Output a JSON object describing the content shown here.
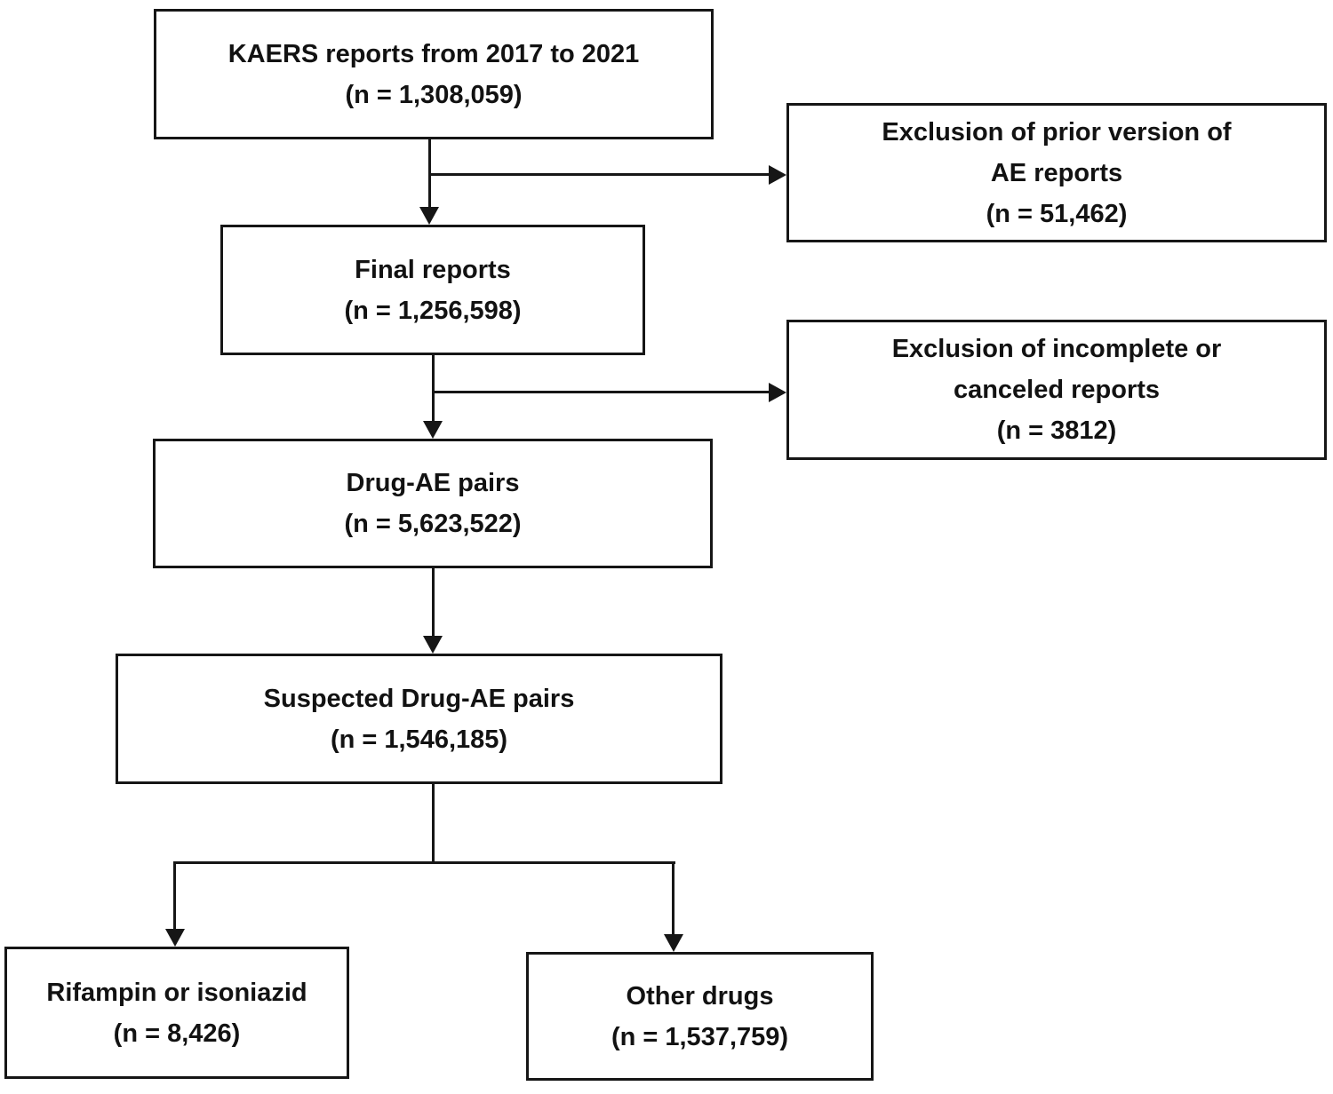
{
  "colors": {
    "background": "#ffffff",
    "line": "#161616",
    "text": "#121212"
  },
  "nodes": {
    "kaers": {
      "lines": [
        "KAERS reports from 2017 to 2021",
        "(n = 1,308,059)"
      ]
    },
    "exclusion_prior": {
      "lines": [
        "Exclusion of prior version of",
        "AE reports",
        "(n = 51,462)"
      ]
    },
    "final_reports": {
      "lines": [
        "Final reports",
        "(n = 1,256,598)"
      ]
    },
    "exclusion_incomplete": {
      "lines": [
        "Exclusion of incomplete or",
        "canceled reports",
        "(n = 3812)"
      ]
    },
    "drug_ae_pairs": {
      "lines": [
        "Drug-AE pairs",
        "(n = 5,623,522)"
      ]
    },
    "suspected_pairs": {
      "lines": [
        "Suspected Drug-AE pairs",
        "(n = 1,546,185)"
      ]
    },
    "rifampin_isoniazid": {
      "lines": [
        "Rifampin or isoniazid",
        "(n = 8,426)"
      ]
    },
    "other_drugs": {
      "lines": [
        "Other drugs",
        "(n = 1,537,759)"
      ]
    }
  }
}
